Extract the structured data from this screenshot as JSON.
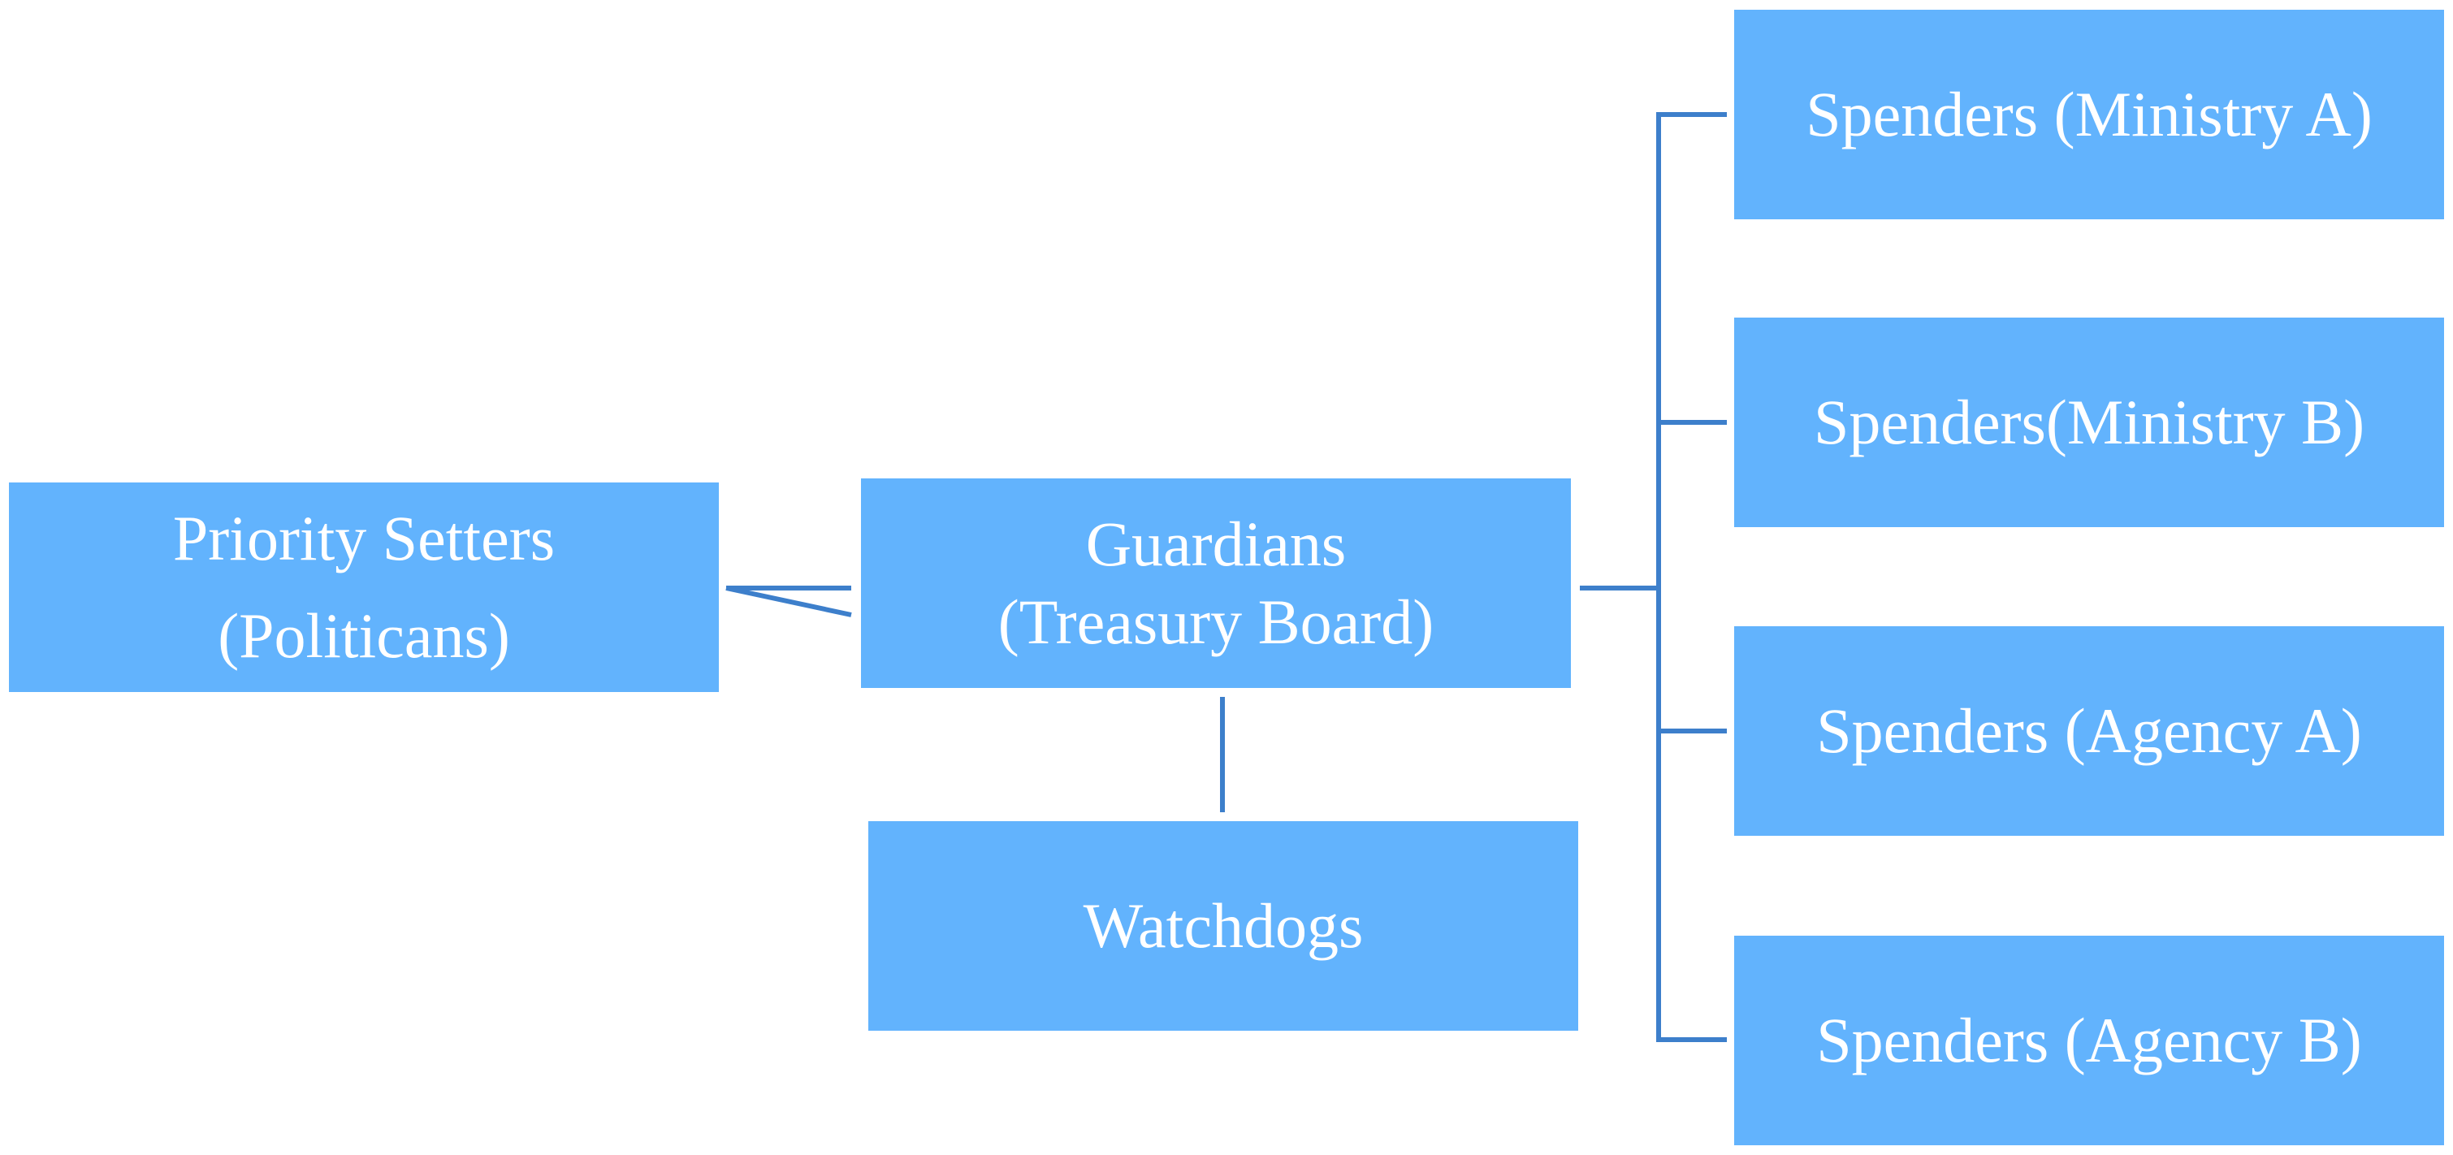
{
  "colors": {
    "box_fill": "#62b3fd",
    "box_text": "#ffffff",
    "connector": "#3d7fcb",
    "background": "#ffffff"
  },
  "nodes": {
    "priority_setters": {
      "line1": "Priority Setters",
      "line2": "(Politicans)"
    },
    "guardians": {
      "line1": "Guardians",
      "line2": "(Treasury Board)"
    },
    "watchdogs": {
      "label": "Watchdogs"
    },
    "spenders": [
      {
        "label": "Spenders (Ministry A)"
      },
      {
        "label": "Spenders(Ministry B)"
      },
      {
        "label": "Spenders (Agency A)"
      },
      {
        "label": "Spenders (Agency B)"
      }
    ]
  },
  "edges": [
    {
      "from": "priority_setters",
      "to": "guardians"
    },
    {
      "from": "guardians",
      "to": "watchdogs"
    },
    {
      "from": "guardians",
      "to": "spenders.0"
    },
    {
      "from": "guardians",
      "to": "spenders.1"
    },
    {
      "from": "guardians",
      "to": "spenders.2"
    },
    {
      "from": "guardians",
      "to": "spenders.3"
    }
  ]
}
